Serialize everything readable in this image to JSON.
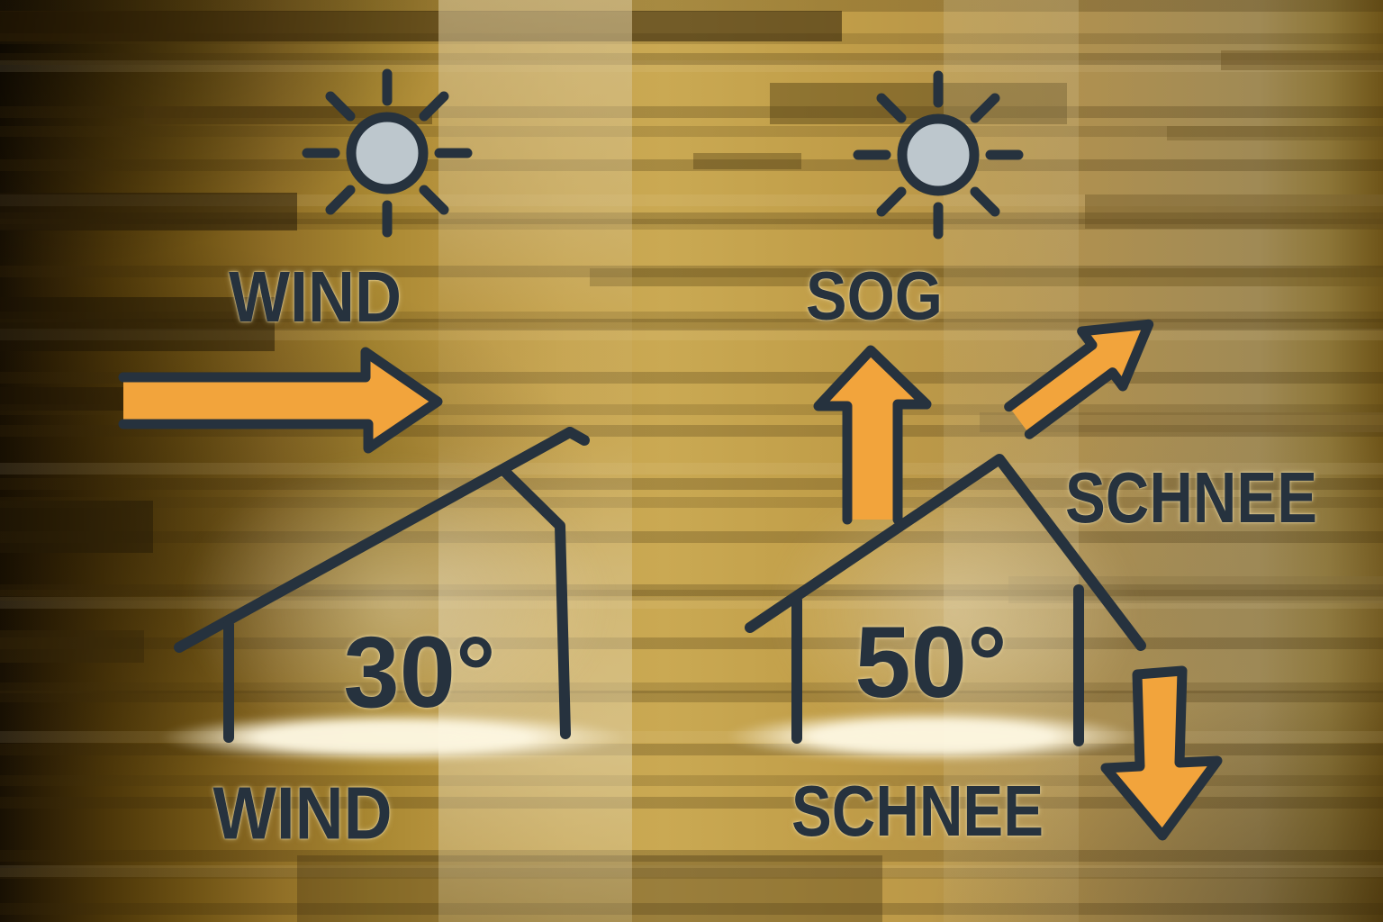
{
  "left_group": {
    "sun_icon": "sun-icon",
    "top_label": "WIND",
    "arrow_icon": "arrow-right-icon",
    "roof_angle": "30°",
    "house_icon": "house-monopitch-icon",
    "bottom_label": "WIND"
  },
  "right_group": {
    "sun_icon": "sun-icon",
    "top_label": "SOG",
    "up_arrow_icon": "arrow-up-icon",
    "diagonal_arrow_icon": "arrow-up-right-icon",
    "side_label": "SCHNEE",
    "roof_angle": "50°",
    "house_icon": "house-gable-icon",
    "bottom_label": "SCHNEE",
    "down_arrow_icon": "arrow-down-icon"
  },
  "colors": {
    "outline": "#26323E",
    "arrow_fill": "#F2A43C",
    "sun_fill": "#BDC7CD",
    "glow": "#FCF6DE"
  }
}
